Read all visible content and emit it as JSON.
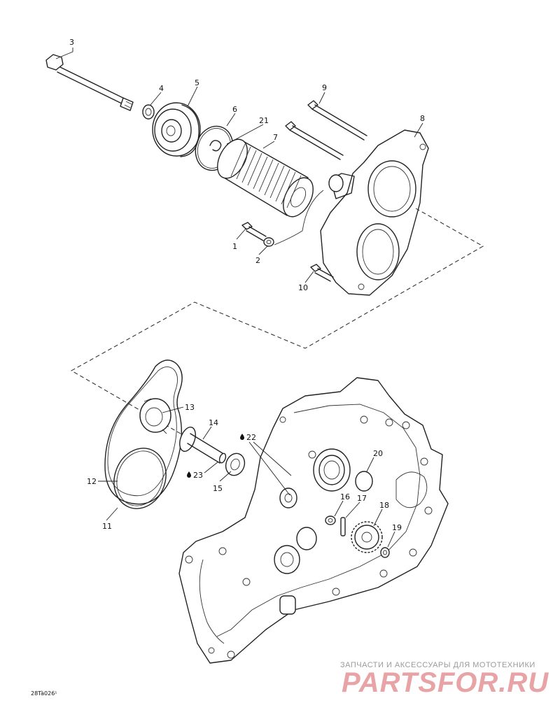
{
  "diagram": {
    "callouts": {
      "c1": "1",
      "c2": "2",
      "c3": "3",
      "c4": "4",
      "c5": "5",
      "c6": "6",
      "c7": "7",
      "c8": "8",
      "c9": "9",
      "c10": "10",
      "c11": "11",
      "c12": "12",
      "c13": "13",
      "c14": "14",
      "c15": "15",
      "c16": "16",
      "c17": "17",
      "c18": "18",
      "c19": "19",
      "c20": "20",
      "c21": "21",
      "c22": "22",
      "c23": "23"
    },
    "figure_code": "28Tà026¹"
  },
  "watermark": {
    "caption": "ЗАПЧАСТИ И АКСЕССУАРЫ ДЛЯ МОТОТЕХНИКИ",
    "logo": "PARTSFOR.RU"
  }
}
